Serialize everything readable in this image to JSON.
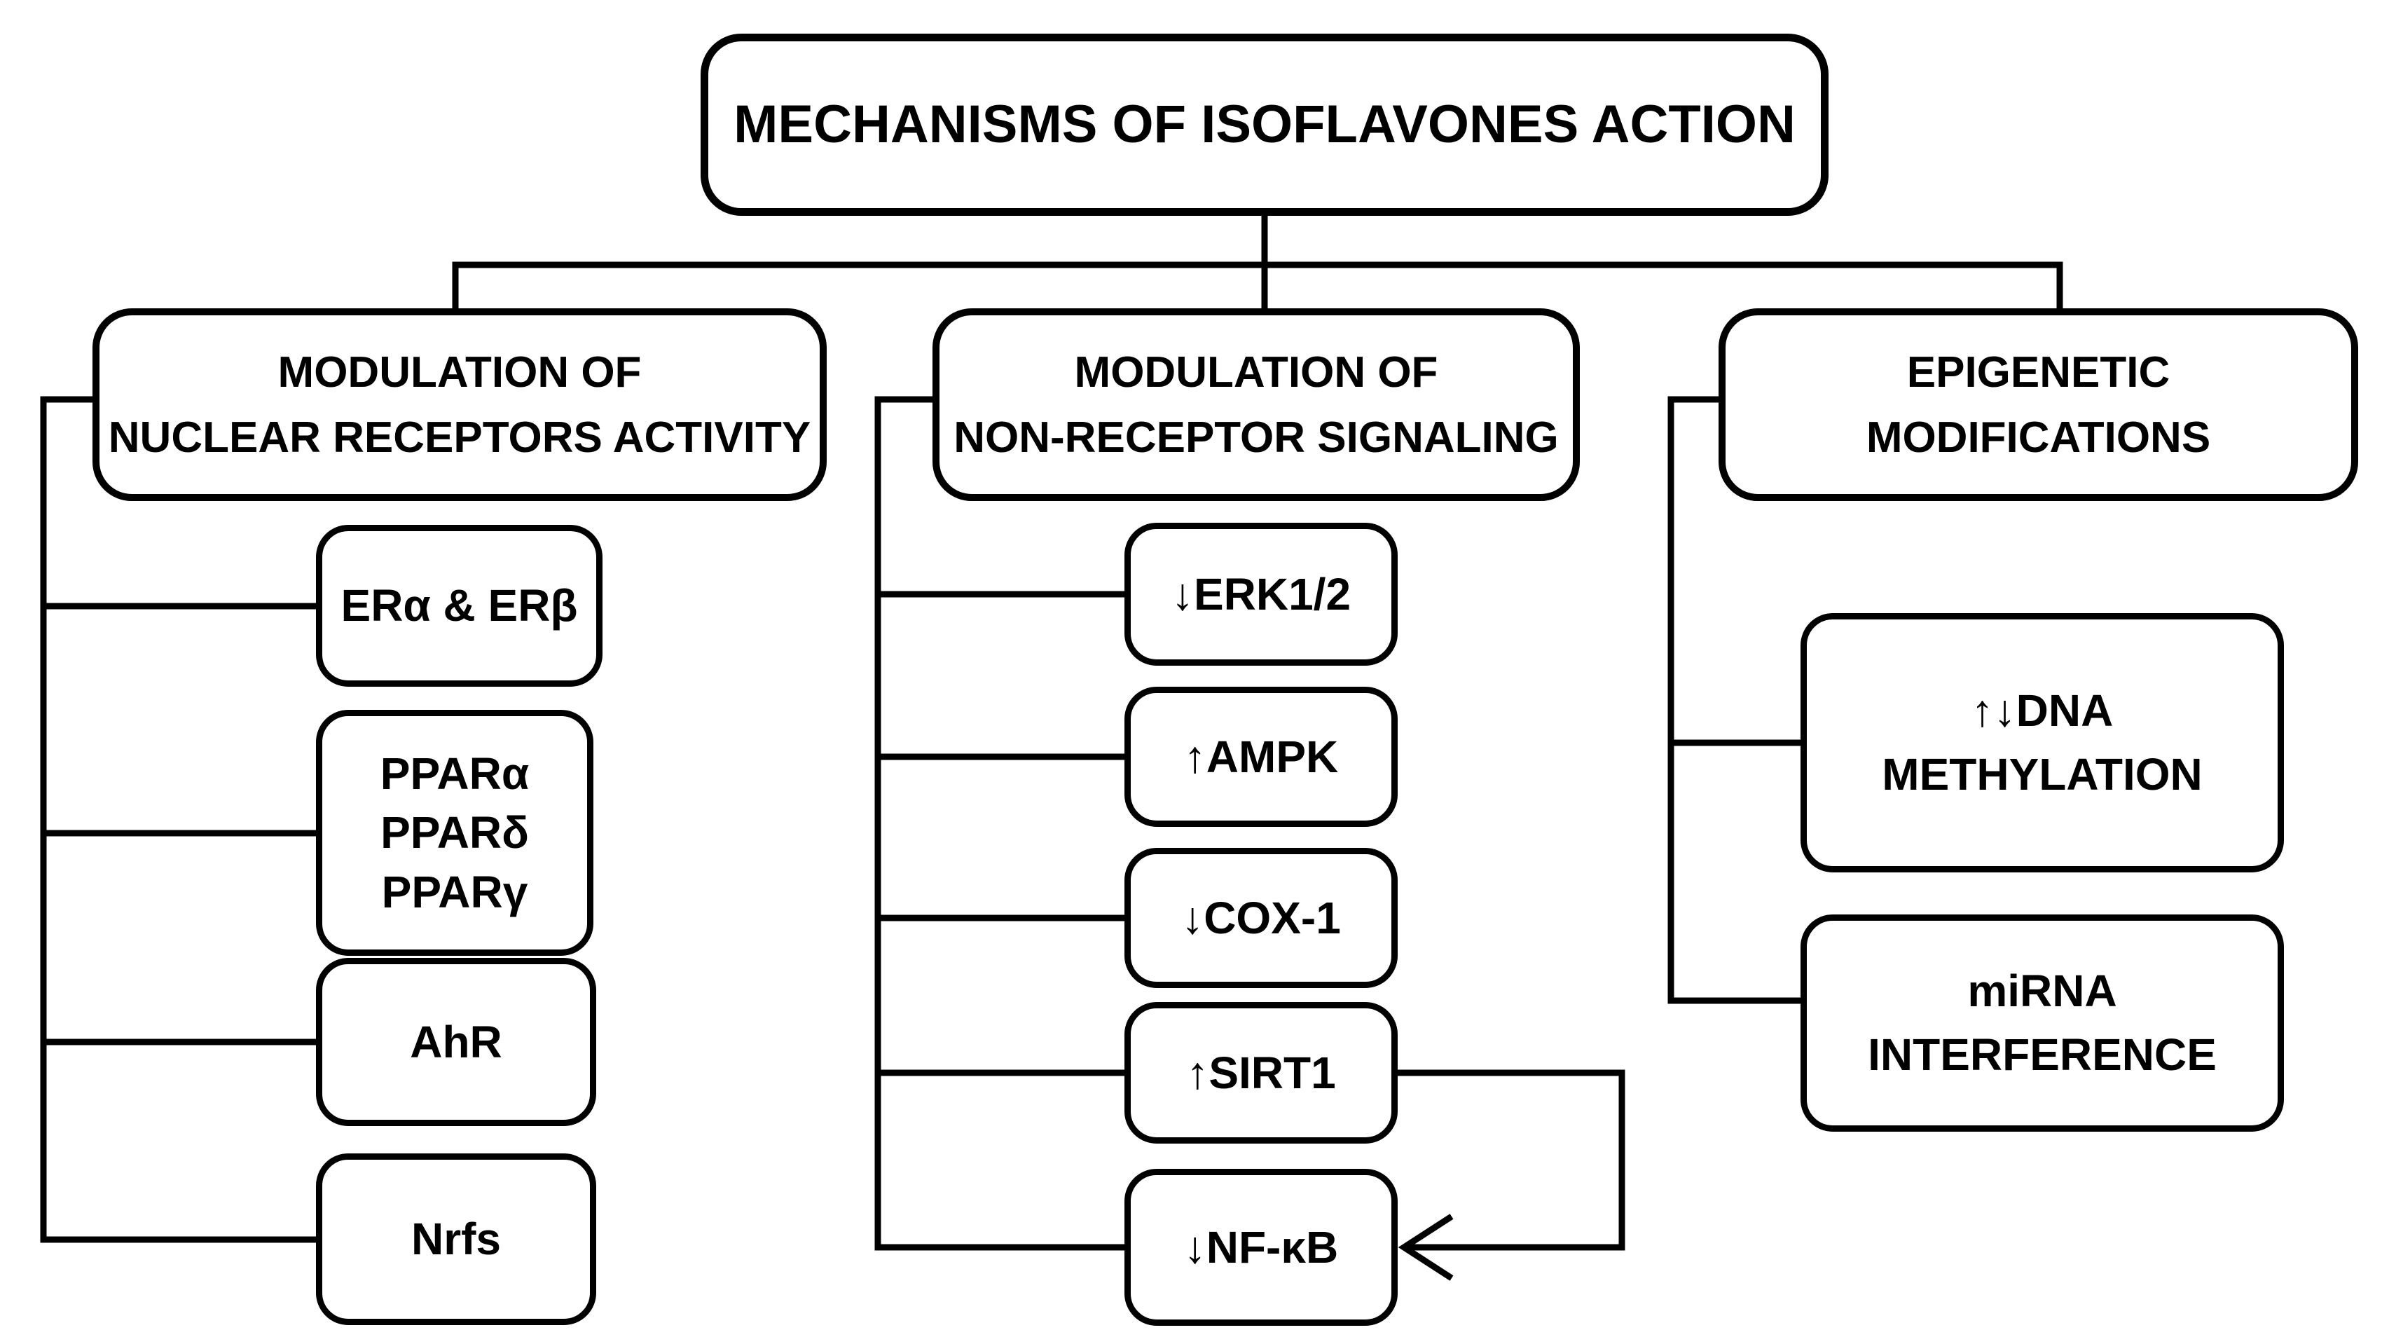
{
  "figure": {
    "type": "flowchart",
    "title": "MECHANISMS OF ISOFLAVONES ACTION",
    "colors": {
      "line": "#000000",
      "text": "#000000",
      "box_fill": "#ffffff",
      "background": "#ffffff"
    },
    "branches": [
      {
        "label": "MODULATION OF\nNUCLEAR RECEPTORS ACTIVITY",
        "children": [
          {
            "label": "ERα & ERβ"
          },
          {
            "label": "PPARα\nPPARδ\nPPARγ"
          },
          {
            "label": "AhR"
          },
          {
            "label": "Nrfs"
          }
        ]
      },
      {
        "label": "MODULATION OF\nNON-RECEPTOR SIGNALING",
        "children": [
          {
            "label": "↓ERK1/2"
          },
          {
            "label": "↑AMPK"
          },
          {
            "label": "↓COX-1"
          },
          {
            "label": "↑SIRT1"
          },
          {
            "label": "↓NF-κB"
          }
        ]
      },
      {
        "label": "EPIGENETIC\nMODIFICATIONS",
        "children": [
          {
            "label": "↑↓DNA\nMETHYLATION"
          },
          {
            "label": "miRNA\nINTERFERENCE"
          }
        ]
      }
    ],
    "special_edge": {
      "from": "↑SIRT1",
      "to": "↓NF-κB",
      "style": "elbow-arrow-open-head"
    }
  }
}
